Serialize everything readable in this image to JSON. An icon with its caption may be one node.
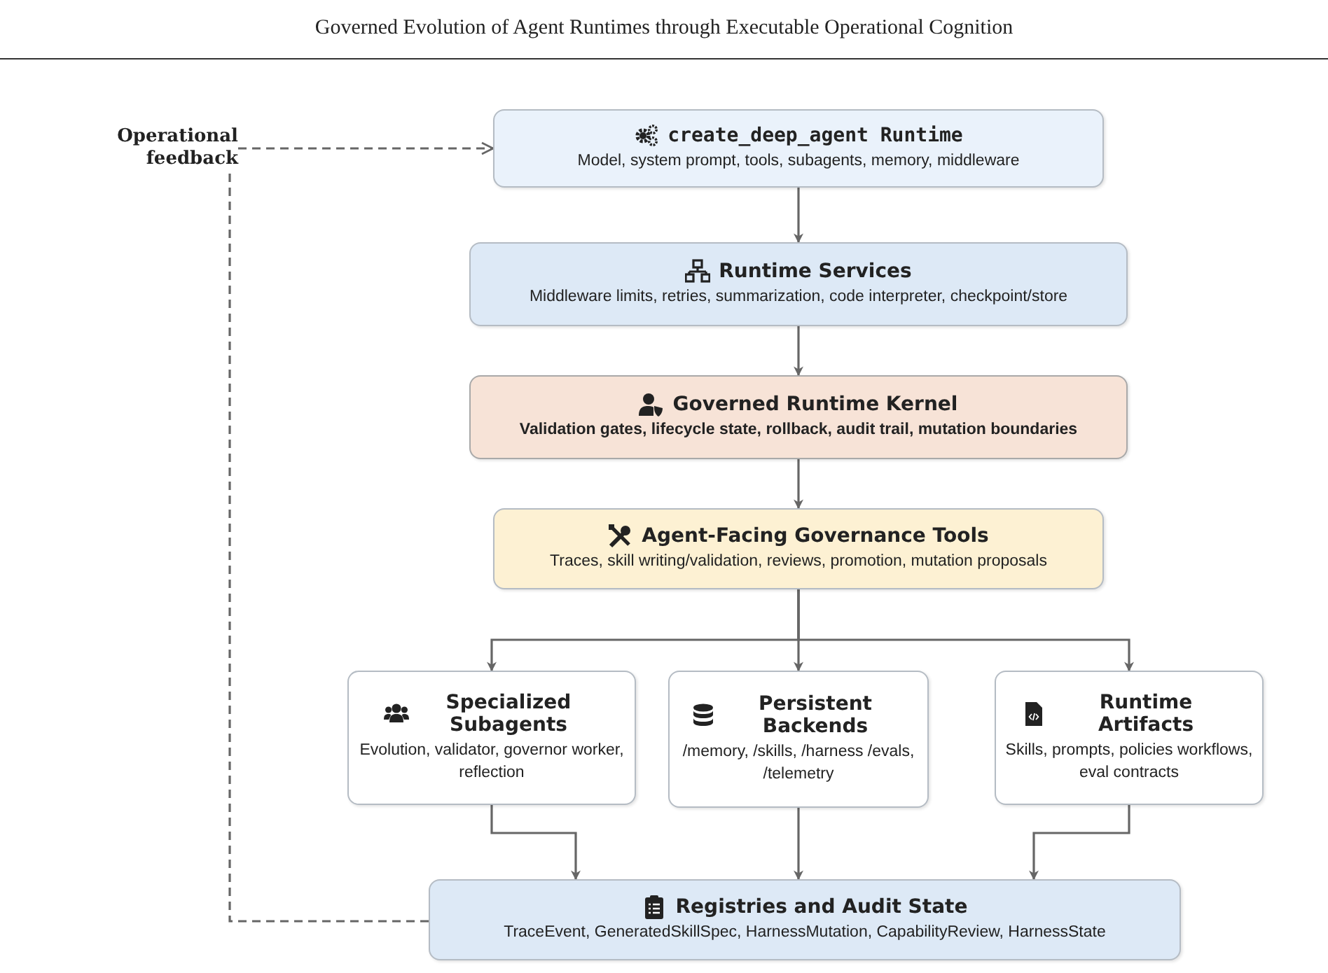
{
  "diagram": {
    "title": "Governed Evolution of Agent Runtimes through Executable Operational Cognition",
    "nodes": [
      {
        "text": [
          "create_deep_agent Runtime",
          "Model, system prompt, tools, subagents, memory, middleware"
        ]
      },
      {
        "text": [
          "Runtime Services",
          "Middleware limits, retries, summarization, code interpreter, checkpoint/store"
        ]
      },
      {
        "text": [
          "Governed Runtime Kernel",
          "Validation gates, lifecycle state, rollback, audit trail, mutation boundaries"
        ]
      },
      {
        "text": [
          "Agent-Facing Governance Tools",
          "Traces, skill writing/validation, reviews, promotion, mutation proposals"
        ]
      },
      {
        "text": [
          "Specialized Subagents",
          "Evolution, validator, governor worker, reflection"
        ]
      },
      {
        "text": [
          "Persistent Backends",
          "/memory, /skills, /harness /evals, /telemetry"
        ]
      },
      {
        "text": [
          "Runtime Artifacts",
          "Skills, prompts, policies workflows, eval contracts"
        ]
      },
      {
        "text": [
          "Registries and Audit State",
          "TraceEvent, GeneratedSkillSpec, HarnessMutation, CapabilityReview, HarnessState"
        ]
      }
    ],
    "edges": [
      {
        "from": 0,
        "to": 1,
        "arrow": "to"
      },
      {
        "from": 1,
        "to": 2,
        "arrow": "to"
      },
      {
        "from": 2,
        "to": 3,
        "arrow": "to"
      },
      {
        "from": 3,
        "to": 4,
        "arrow": "to"
      },
      {
        "from": 3,
        "to": 5,
        "arrow": "to"
      },
      {
        "from": 3,
        "to": 6,
        "arrow": "to"
      },
      {
        "from": 4,
        "to": 7,
        "arrow": "to"
      },
      {
        "from": 5,
        "to": 7,
        "arrow": "to"
      },
      {
        "from": 6,
        "to": 7,
        "arrow": "to"
      },
      {
        "from": 7,
        "to": 0,
        "arrow": "to",
        "label": "Operational feedback",
        "style": "dashed"
      }
    ]
  }
}
